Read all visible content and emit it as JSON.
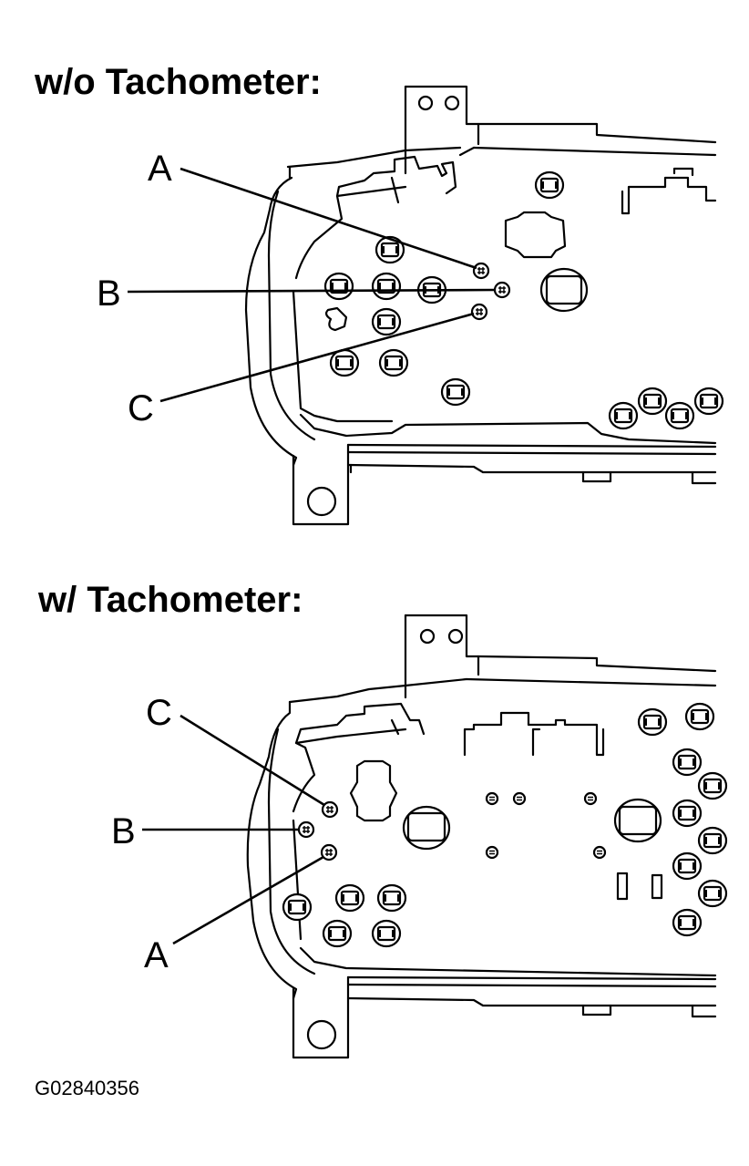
{
  "variants": {
    "without_tachometer": {
      "heading": "w/o Tachometer:",
      "labels": {
        "a": "A",
        "b": "B",
        "c": "C"
      }
    },
    "with_tachometer": {
      "heading": "w/ Tachometer:",
      "labels": {
        "c": "C",
        "b": "B",
        "a": "A"
      }
    }
  },
  "figure_id": "G02840356"
}
